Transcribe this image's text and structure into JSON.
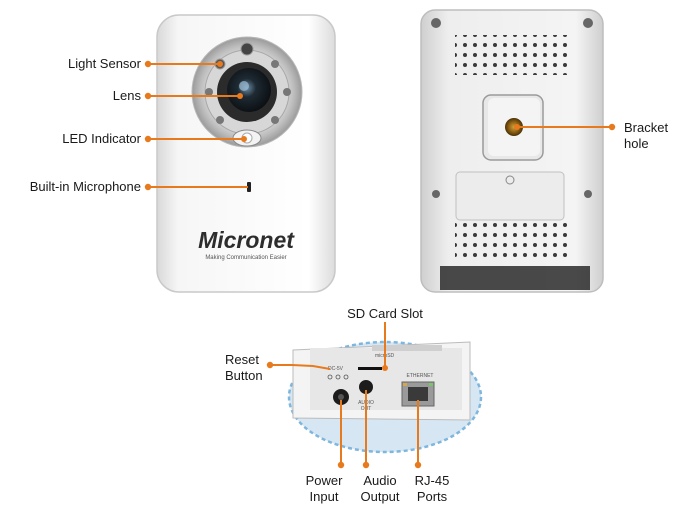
{
  "labels": {
    "light_sensor": "Light Sensor",
    "lens": "Lens",
    "led_indicator": "LED Indicator",
    "builtin_microphone": "Built-in Microphone",
    "bracket_hole_line1": "Bracket",
    "bracket_hole_line2": "hole",
    "sd_card_slot": "SD Card Slot",
    "reset_button_line1": "Reset",
    "reset_button_line2": "Button",
    "power_input_line1": "Power",
    "power_input_line2": "Input",
    "audio_output_line1": "Audio",
    "audio_output_line2": "Output",
    "rj45_ports_line1": "RJ-45",
    "rj45_ports_line2": "Ports"
  },
  "device": {
    "brand": "Micronet",
    "tagline": "Making Communication Easier",
    "port_dc": "DC-5V",
    "port_audio_line1": "AUDIO",
    "port_audio_line2": "OUT",
    "port_ethernet": "ETHERNET",
    "sd_icon": "microSD"
  },
  "colors": {
    "callout": "#e87a1e",
    "highlight_border": "#7fb6dd",
    "highlight_fill": "#d6e7f3"
  }
}
